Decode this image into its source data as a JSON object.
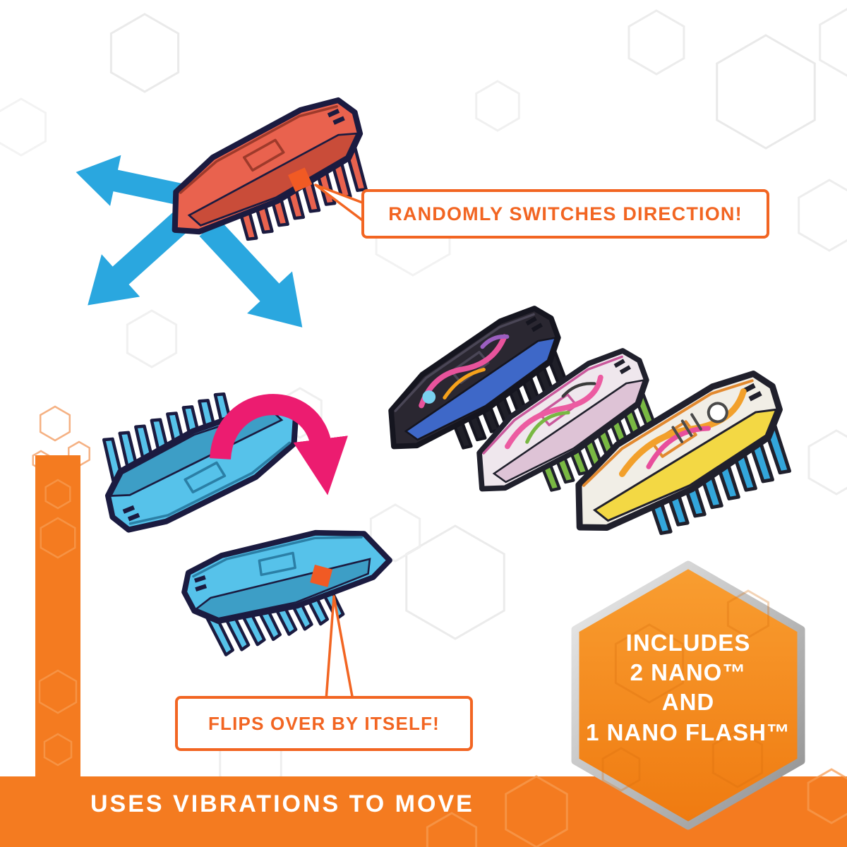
{
  "palette": {
    "orange": "#F47B20",
    "callout_orange": "#F26522",
    "arrow_blue": "#2AA7DF",
    "flip_pink": "#EC1C70",
    "bug_red": "#E9624E",
    "bug_blue": "#56C2EA",
    "outline_navy": "#1B1B40",
    "badge_orange": "#F58A1F",
    "badge_silver": "#B9B9B9"
  },
  "callouts": {
    "random_direction": "RANDOMLY SWITCHES DIRECTION!",
    "flips_over": "FLIPS OVER BY ITSELF!"
  },
  "badge": {
    "lines": [
      "INCLUDES",
      "2 NANO™",
      "AND",
      "1 NANO FLASH™"
    ]
  },
  "footer": {
    "text": "USES VIBRATIONS TO MOVE"
  }
}
